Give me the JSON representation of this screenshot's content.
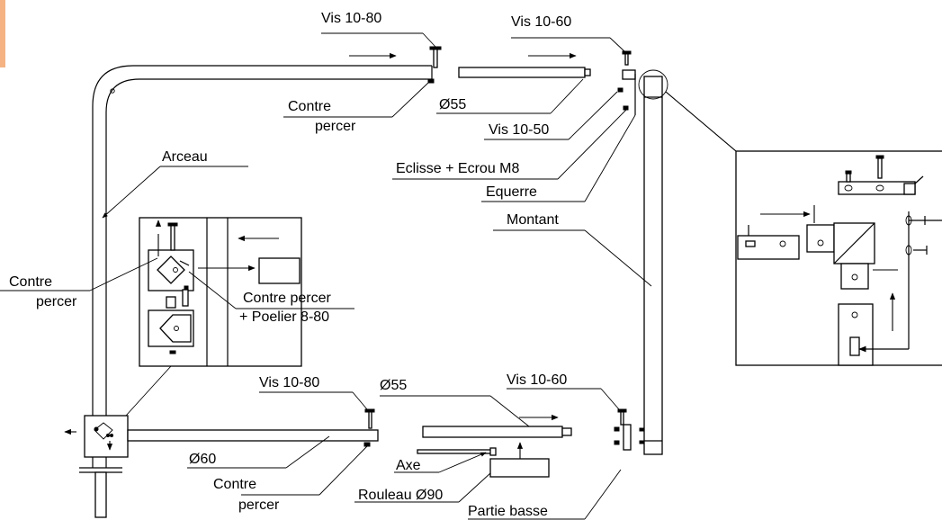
{
  "labels": {
    "vis_10_80_top": "Vis 10-80",
    "vis_10_60_top": "Vis 10-60",
    "contre_top_1": "Contre",
    "contre_top_2": "percer",
    "diam_55_top": "Ø55",
    "vis_10_50": "Vis 10-50",
    "eclisse": "Eclisse + Ecrou M8",
    "equerre": "Equerre",
    "montant": "Montant",
    "arceau": "Arceau",
    "contre_left_1": "Contre",
    "contre_left_2": "percer",
    "contre_percer_mid": "Contre percer",
    "poelier": "+ Poelier 8-80",
    "vis_10_80_bottom": "Vis 10-80",
    "diam_55_bottom": "Ø55",
    "vis_10_60_bottom": "Vis 10-60",
    "diam_60": "Ø60",
    "contre_bottom_1": "Contre",
    "contre_bottom_2": "percer",
    "axe": "Axe",
    "rouleau": "Rouleau Ø90",
    "partie_basse": "Partie basse"
  },
  "colors": {
    "accent_tab": "#f5b384",
    "ink": "#000000"
  }
}
